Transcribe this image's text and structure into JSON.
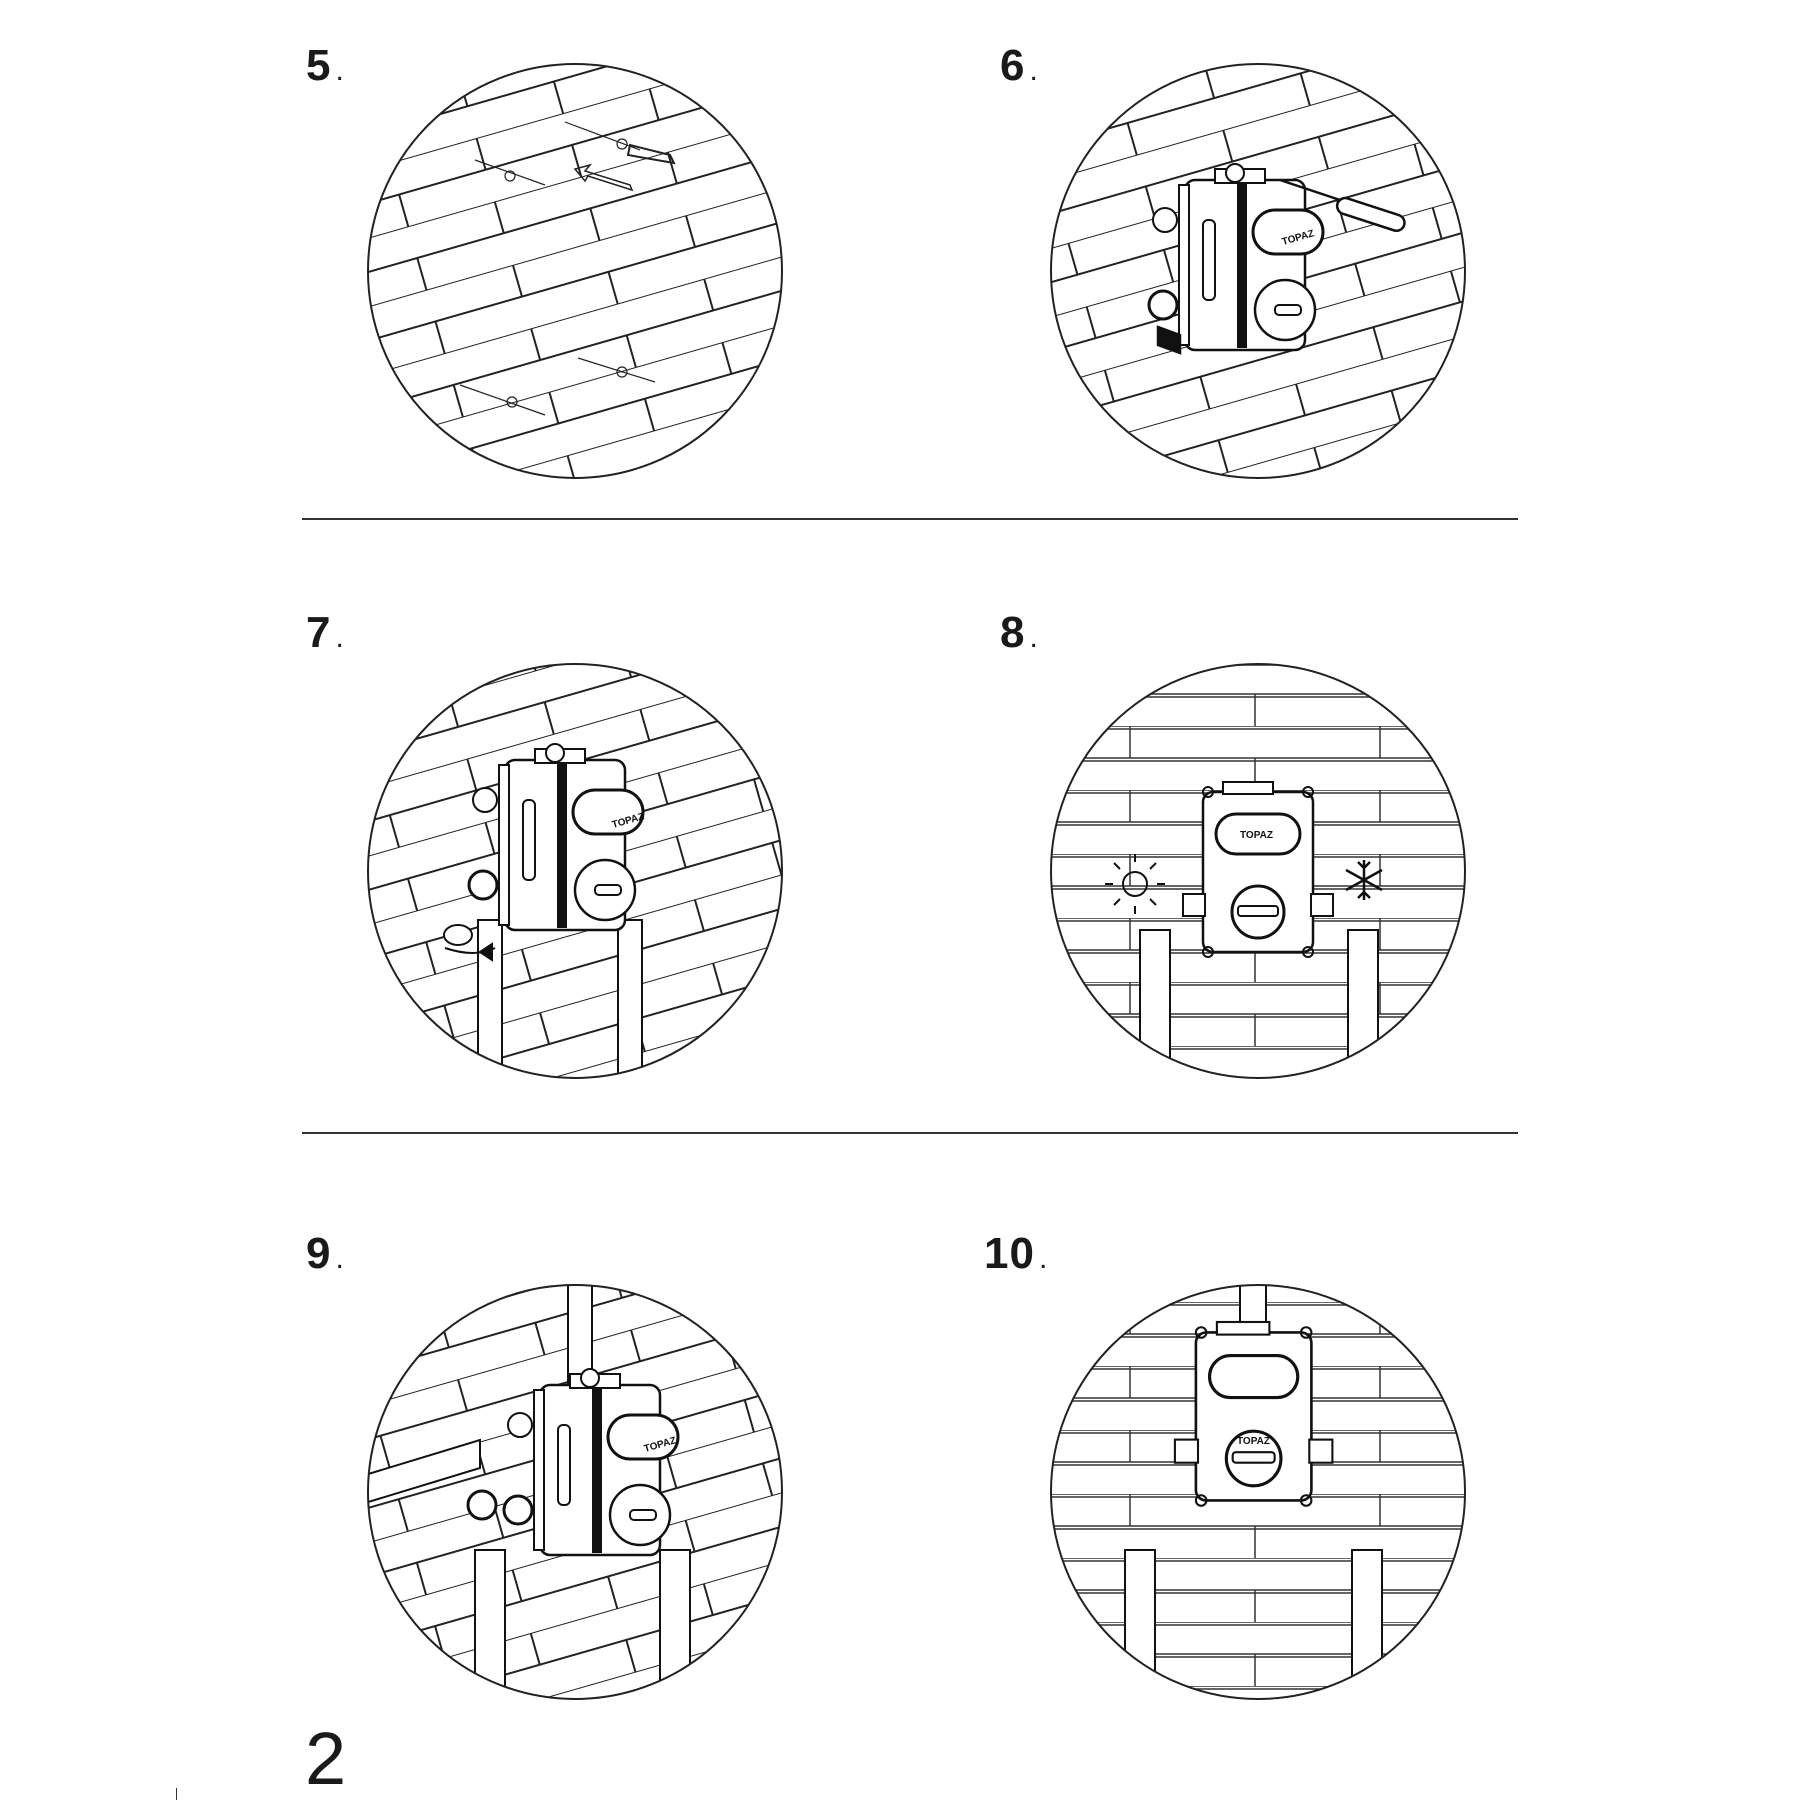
{
  "steps": [
    {
      "number": "5",
      "dot": ".",
      "scene": "drill-wall-insert-anchors"
    },
    {
      "number": "6",
      "dot": ".",
      "scene": "screw-valve-body-to-wall",
      "brand_mark": "TOPAZ"
    },
    {
      "number": "7",
      "dot": ".",
      "scene": "connect-inlet-pipe",
      "brand_mark": "TOPAZ"
    },
    {
      "number": "8",
      "dot": ".",
      "scene": "hot-cold-inlets-front",
      "brand_mark": "TOPAZ",
      "hot_icon": "sun-icon",
      "cold_icon": "snowflake-icon"
    },
    {
      "number": "9",
      "dot": ".",
      "scene": "connect-outlet-pipes",
      "brand_mark": "TOPAZ"
    },
    {
      "number": "10",
      "dot": ".",
      "scene": "installed-valve-front",
      "brand_mark": "TOPAZ"
    }
  ],
  "page_number": "2",
  "colors": {
    "line": "#1a1a1a",
    "background": "#ffffff"
  }
}
